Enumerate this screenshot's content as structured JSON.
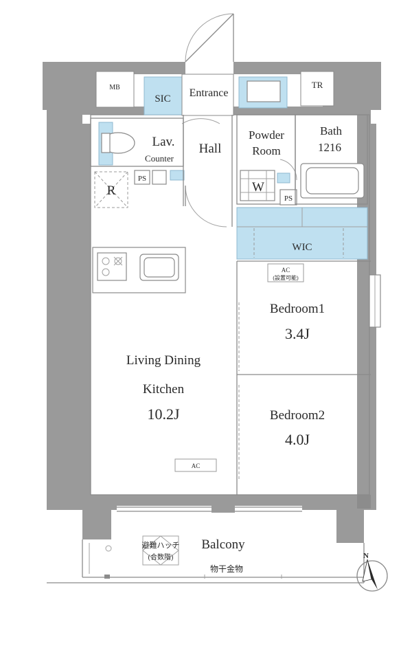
{
  "rooms": {
    "mb": "MB",
    "tr": "TR",
    "sic": "SIC",
    "entrance": "Entrance",
    "lav": "Lav.",
    "counter": "Counter",
    "hall": "Hall",
    "powder_room_line1": "Powder",
    "powder_room_line2": "Room",
    "bath_line1": "Bath",
    "bath_line2": "1216",
    "ps_left": "PS",
    "ps_right": "PS",
    "w": "W",
    "r": "R",
    "wic": "WIC",
    "ac_bedroom": "AC",
    "ac_bedroom_note": "(設置可能)",
    "bedroom1": "Bedroom1",
    "bedroom1_size": "3.4J",
    "ldk_line1": "Living Dining",
    "ldk_line2": "Kitchen",
    "ldk_size": "10.2J",
    "ac_ldk": "AC",
    "bedroom2": "Bedroom2",
    "bedroom2_size": "4.0J",
    "balcony": "Balcony",
    "hatch_line1": "避難ハッチ",
    "hatch_line2": "(合数階)",
    "drying_rack": "物干金物"
  },
  "compass": {
    "north_label": "N"
  },
  "colors": {
    "wall": "#9a9a9a",
    "storage_blue": "#bfe0f0"
  }
}
